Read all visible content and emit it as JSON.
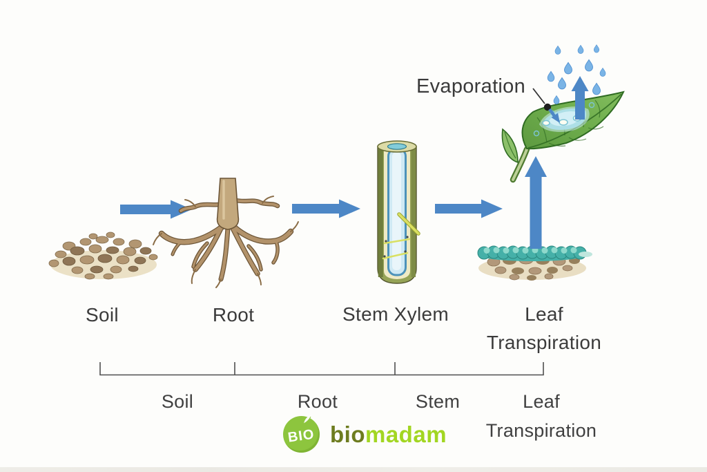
{
  "annotation": {
    "evaporation": "Evaporation"
  },
  "stages": {
    "soil": "Soil",
    "root": "Root",
    "stem_xylem": "Stem Xylem",
    "leaf_line1": "Leaf",
    "leaf_line2": "Transpiration"
  },
  "scale": {
    "soil": "Soil",
    "root": "Root",
    "stem": "Stem",
    "leaf_line1": "Leaf",
    "leaf_line2": "Transpiration"
  },
  "logo": {
    "badge": "BIO",
    "brand_part1": "bio",
    "brand_part2": "madam"
  },
  "colors": {
    "arrow_blue": "#4d87c6",
    "droplet_blue": "#7ab4e6",
    "label_gray": "#3b3b3b",
    "leaf_green": "#6aa84f",
    "xylem_olive": "#95a356",
    "xylem_water": "#cfe9f4",
    "wet_soil_teal": "#45b0a8",
    "root_tan": "#b2926a",
    "logo_green": "#8dc53e",
    "brand_olive": "#6d7c1f",
    "brand_lime": "#a2d622"
  }
}
